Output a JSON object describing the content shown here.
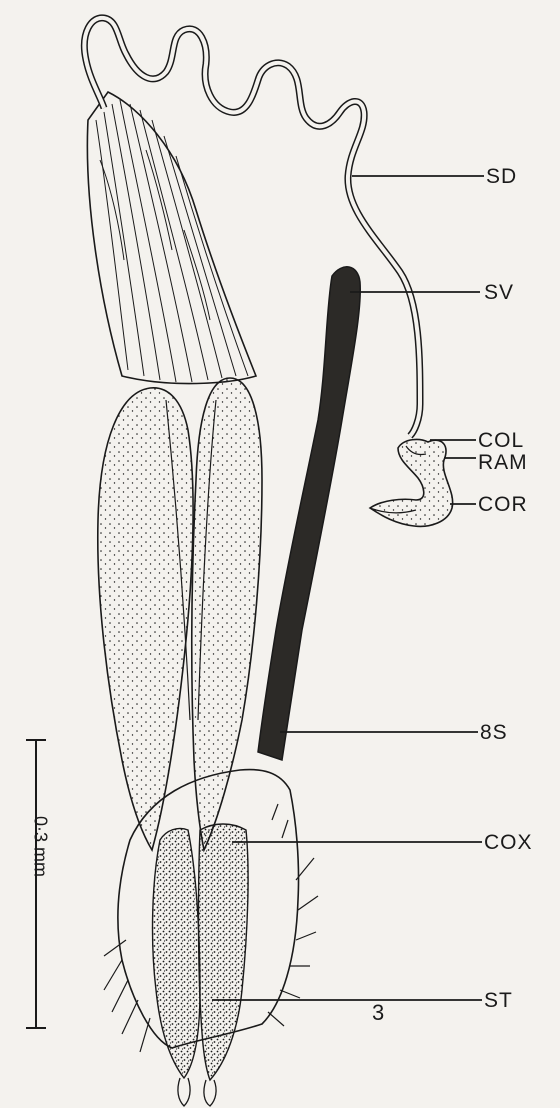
{
  "figure": {
    "number": "3",
    "scale_bar_label": "0·3 mm",
    "ink_color": "#1a1a1a",
    "background_color": "#f4f2ee",
    "stipple_density": "dense",
    "callouts": [
      {
        "key": "sd",
        "label": "SD"
      },
      {
        "key": "sv",
        "label": "SV"
      },
      {
        "key": "col",
        "label": "COL"
      },
      {
        "key": "ram",
        "label": "RAM"
      },
      {
        "key": "cor",
        "label": "COR"
      },
      {
        "key": "8s",
        "label": "8S"
      },
      {
        "key": "cox",
        "label": "COX"
      },
      {
        "key": "st",
        "label": "ST"
      }
    ]
  }
}
